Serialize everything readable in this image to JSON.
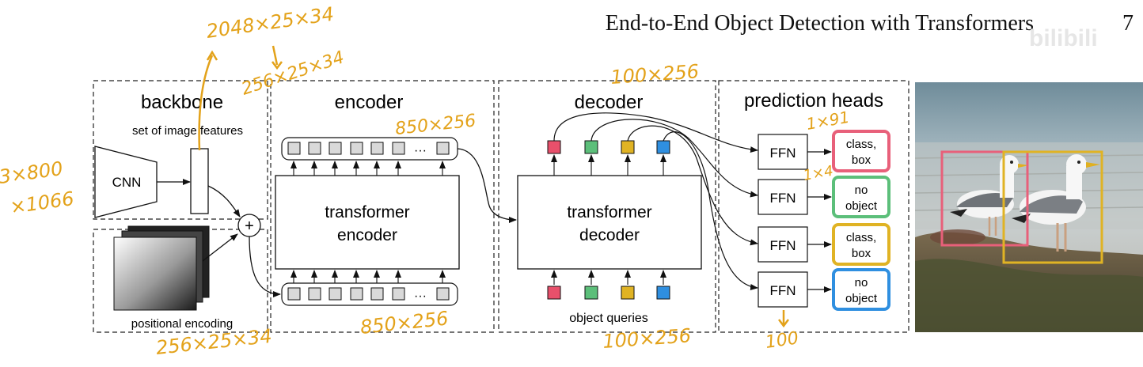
{
  "header": {
    "title": "End-to-End Object Detection with Transformers",
    "page_number": "7",
    "watermark": "bilibili"
  },
  "backbone": {
    "title": "backbone",
    "features_label": "set of image features",
    "cnn_label": "CNN",
    "positional_label": "positional encoding"
  },
  "encoder": {
    "title": "encoder",
    "block_line1": "transformer",
    "block_line2": "encoder",
    "ellipsis": "···"
  },
  "decoder": {
    "title": "decoder",
    "block_line1": "transformer",
    "block_line2": "decoder",
    "queries_label": "object queries",
    "query_colors": [
      "#e8506b",
      "#5cbf7a",
      "#e0b324",
      "#2f8fe0"
    ]
  },
  "prediction_heads": {
    "title": "prediction heads",
    "ffn_label": "FFN",
    "outputs": [
      {
        "line1": "class,",
        "line2": "box",
        "color": "#e8607a"
      },
      {
        "line1": "no",
        "line2": "object",
        "color": "#5cbf7a"
      },
      {
        "line1": "class,",
        "line2": "box",
        "color": "#e0b324"
      },
      {
        "line1": "no",
        "line2": "object",
        "color": "#2f8fe0"
      }
    ]
  },
  "annotations": {
    "backbone_out": "2048×25×34",
    "proj": "256×25×34",
    "input_a": "3×800",
    "input_b": "×1066",
    "decoder_out": "100×256",
    "enc_tokens_top": "850×256",
    "enc_tokens_bottom": "850×256",
    "pos_enc": "256×25×34",
    "queries": "100×256",
    "pred_1": "1×91",
    "pred_2": "1×4",
    "pred_3": "100"
  },
  "photo": {
    "box_colors": [
      "#e8607a",
      "#e0b324"
    ]
  }
}
